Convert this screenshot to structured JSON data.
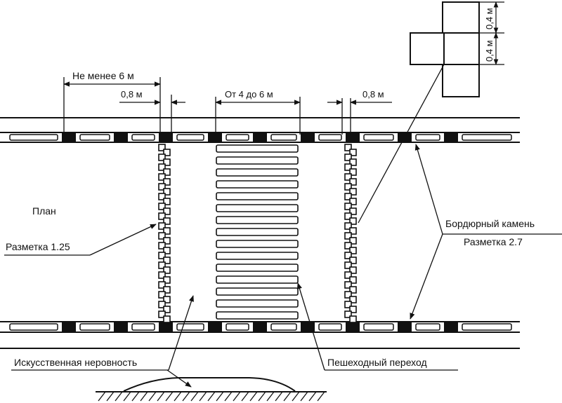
{
  "labels": {
    "min_6m": "Не менее 6 м",
    "gap_left": "0,8 м",
    "crossing_width": "От 4 до 6 м",
    "gap_right": "0,8 м",
    "detail_top": "0,4 м",
    "detail_bottom": "0,4 м",
    "plan": "План",
    "marking_125": "Разметка 1.25",
    "curb_stone": "Бордюрный камень",
    "marking_27": "Разметка 2.7",
    "speed_bump": "Искусственная неровность",
    "pedestrian_crossing": "Пешеходный переход"
  },
  "colors": {
    "ink": "#111111",
    "paper": "#ffffff"
  }
}
